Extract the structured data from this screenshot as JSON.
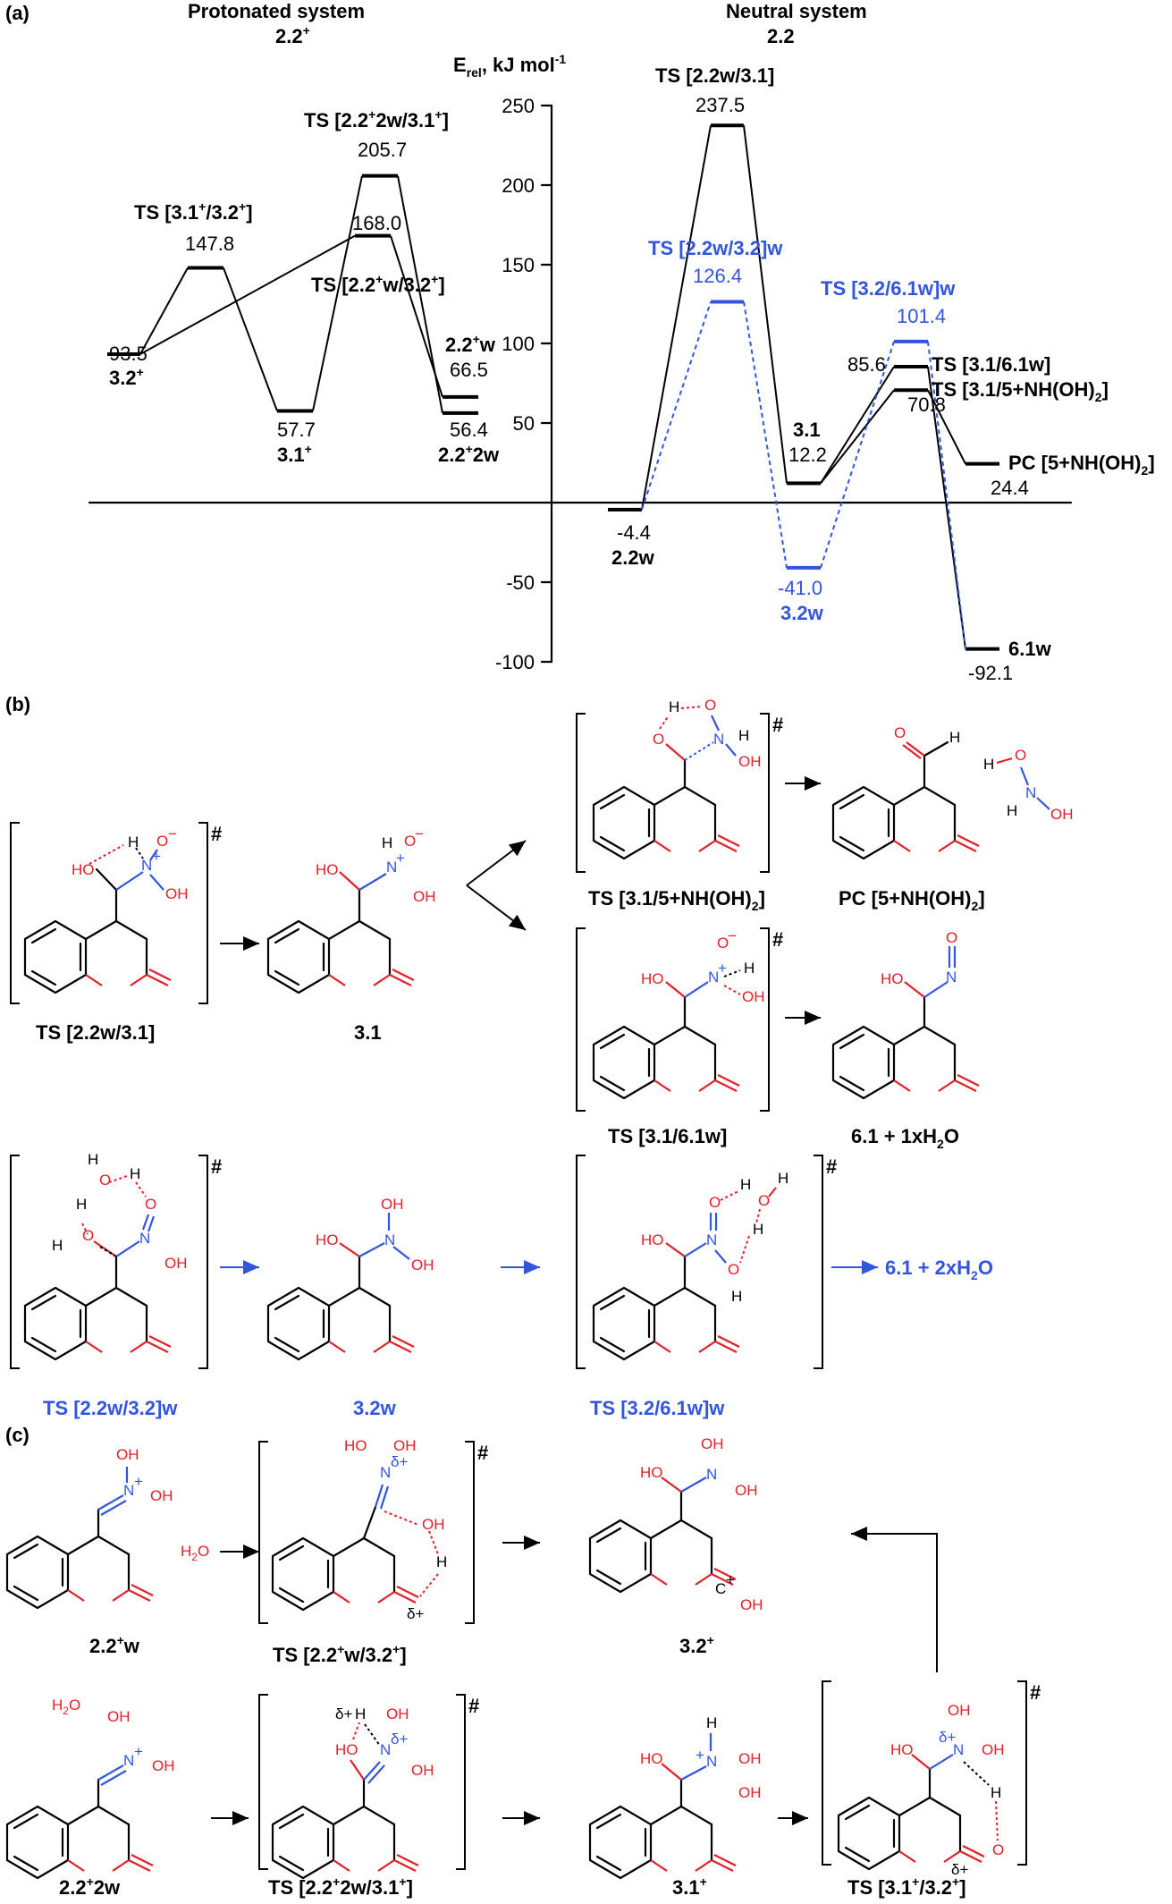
{
  "panel_labels": {
    "a": "(a)",
    "b": "(b)",
    "c": "(c)"
  },
  "colors": {
    "neutral_black": "#000000",
    "water_blue": "#3355dd",
    "oxygen_red": "#e0202a"
  },
  "diagram": {
    "header_left_1": "Protonated system",
    "header_left_2": "2.2",
    "header_left_2_sup": "+",
    "header_right_1": "Neutral system",
    "header_right_2": "2.2",
    "yaxis_label_1": "E",
    "yaxis_label_sub": "rel",
    "yaxis_label_2": ", kJ mol",
    "yaxis_label_sup": "-1",
    "ticks": [
      "250",
      "200",
      "150",
      "100",
      "50",
      "-50",
      "-100"
    ]
  },
  "chart_data": {
    "type": "energy_profile",
    "y_unit": "kJ/mol",
    "ylim": [
      -100,
      250
    ],
    "protonated": [
      {
        "name": "3.2+",
        "energy": 93.5
      },
      {
        "name": "TS [3.1+/3.2+]",
        "energy": 147.8
      },
      {
        "name": "3.1+",
        "energy": 57.7
      },
      {
        "name": "TS [2.2+2w/3.1+]",
        "energy": 205.7
      },
      {
        "name": "TS [2.2+w/3.2+]",
        "energy": 168.0
      },
      {
        "name": "2.2+w",
        "energy": 66.5
      },
      {
        "name": "2.2+2w",
        "energy": 56.4
      }
    ],
    "neutral": [
      {
        "name": "2.2w",
        "energy": -4.4
      },
      {
        "name": "TS [2.2w/3.1]",
        "energy": 237.5
      },
      {
        "name": "3.1",
        "energy": 12.2
      },
      {
        "name": "TS [3.1/6.1w]",
        "energy": 85.6
      },
      {
        "name": "TS [3.1/5+NH(OH)2]",
        "energy": 70.8
      },
      {
        "name": "PC [5+NH(OH)2]",
        "energy": 24.4
      },
      {
        "name": "6.1w",
        "energy": -92.1
      }
    ],
    "water_assisted": [
      {
        "name": "TS [2.2w/3.2]w",
        "energy": 126.4
      },
      {
        "name": "3.2w",
        "energy": -41.0
      },
      {
        "name": "TS [3.2/6.1w]w",
        "energy": 101.4
      }
    ]
  },
  "labels": {
    "v935": "93.5",
    "n32p": "3.2",
    "v1478": "147.8",
    "ts3132p": "TS [3.1",
    "v577": "57.7",
    "n31p": "3.1",
    "ts222w31p": "TS [2.2",
    "v2057": "205.7",
    "v1680": "168.0",
    "ts22pw32p": "TS [2.2",
    "n22pw": "2.2",
    "v665": "66.5",
    "v564": "56.4",
    "n22p2w": "2.2",
    "tsA": "TS [2.2w/3.1]",
    "v2375": "237.5",
    "tsB": "TS [2.2w/3.2]w",
    "v1264": "126.4",
    "tsC": "TS [3.2/6.1w]w",
    "v1014": "101.4",
    "v856": "85.6",
    "ts3161": "TS [3.1/6.1w]",
    "ts315": "TS [3.1/5+NH(OH)",
    "ts315b": "]",
    "v708": "70.8",
    "n31": "3.1",
    "v122": "12.2",
    "pc": "PC [5+NH(OH)",
    "pcb": "]",
    "v244": "24.4",
    "vm44": "-4.4",
    "n22w": "2.2w",
    "vm410": "-41.0",
    "n32w": "3.2w",
    "n61w": "6.1w",
    "vm921": "-92.1"
  },
  "b_labels": {
    "ts22w31": "TS [2.2w/3.1]",
    "c31": "3.1",
    "ts315": "TS [3.1/5+NH(OH)",
    "ts315s": "]",
    "pc": "PC [5+NH(OH)",
    "pcs": "]",
    "ts3161w": "TS [3.1/6.1w]",
    "p61": "6.1 + 1xH",
    "p61b": "O",
    "ts22w32w": "TS [2.2w/3.2]w",
    "c32w": "3.2w",
    "ts3261w": "TS [3.2/6.1w]w",
    "p612": "6.1 + 2xH",
    "p612b": "O"
  },
  "c_labels": {
    "c22pw": "2.2",
    "c22pwb": "w",
    "ts22pw": "TS [2.2",
    "ts22pwb": "w/3.2",
    "ts22pwc": "]",
    "c32p": "3.2",
    "c22p2w": "2.2",
    "c22p2wb": "2w",
    "ts22p2w": "TS [2.2",
    "ts22p2wb": "2w/3.1",
    "ts22p2wc": "]",
    "c31p": "3.1",
    "ts3132": "TS [3.1",
    "ts3132b": "/3.2",
    "ts3132c": "]"
  },
  "atoms": {
    "O": "O",
    "H": "H",
    "N": "N",
    "OH": "OH",
    "HO": "HO",
    "Np": "N",
    "C": "C",
    "plus": "+",
    "minus": "−",
    "hash": "#",
    "deltap": "δ+",
    "water": "H",
    "water_o": "O",
    "two": "2"
  }
}
